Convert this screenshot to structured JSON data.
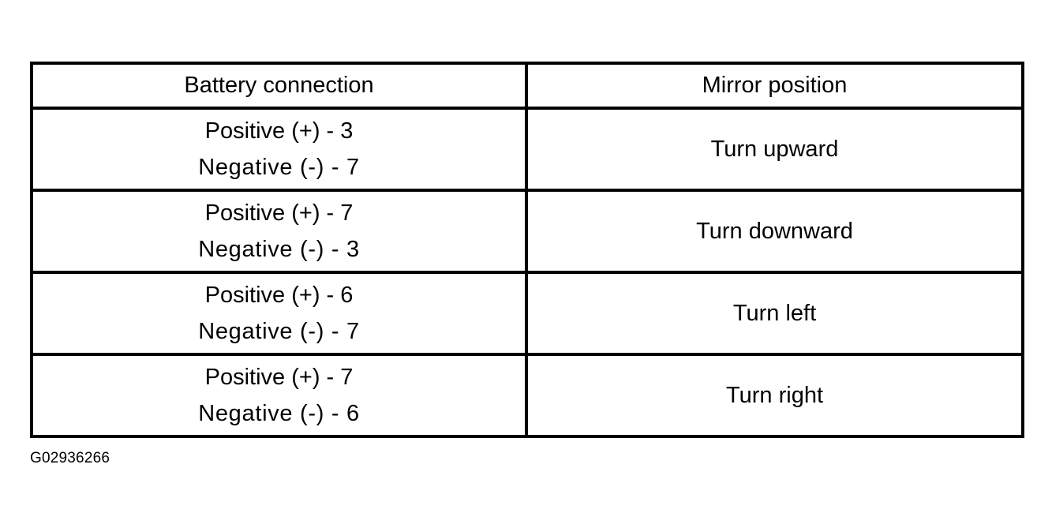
{
  "figure": {
    "caption": "G02936266",
    "colors": {
      "background": "#ffffff",
      "border": "#000000",
      "text": "#000000"
    }
  },
  "table": {
    "headers": {
      "battery_connection": "Battery connection",
      "mirror_position": "Mirror position"
    },
    "rows": [
      {
        "positive": "Positive (+) - 3",
        "negative": "Negative (-) - 7",
        "mirror_position": "Turn upward"
      },
      {
        "positive": "Positive (+) - 7",
        "negative": "Negative (-) - 3",
        "mirror_position": "Turn downward"
      },
      {
        "positive": "Positive (+) - 6",
        "negative": "Negative (-) - 7",
        "mirror_position": "Turn left"
      },
      {
        "positive": "Positive (+) - 7",
        "negative": "Negative (-) - 6",
        "mirror_position": "Turn right"
      }
    ]
  }
}
